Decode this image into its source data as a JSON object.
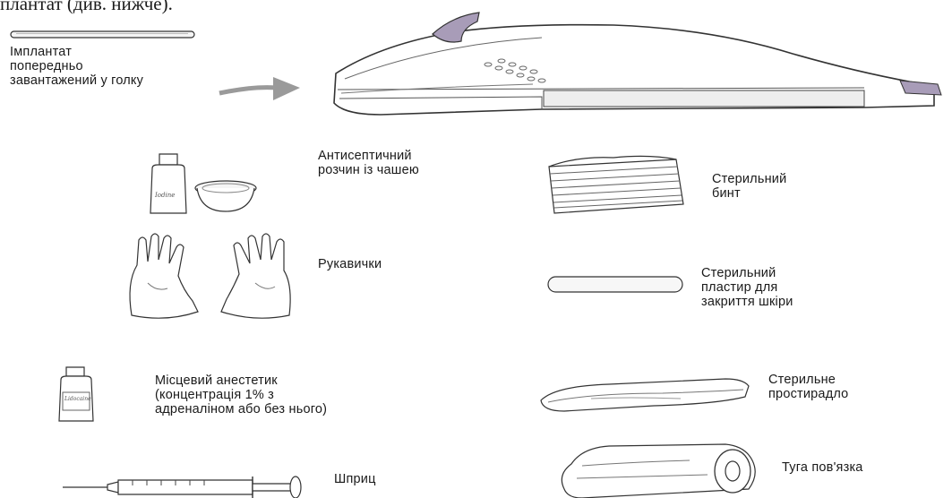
{
  "header_fragment": "плантат (див. нижче).",
  "labels": {
    "implant": "Імплантат\nпопередньо\nзавантажений у голку",
    "antiseptic": "Антисептичний\nрозчин із чашею",
    "gloves": "Рукавички",
    "anesthetic": "Місцевий анестетик\n(концентрація 1% з\nадреналіном або без нього)",
    "syringe": "Шприц",
    "gauze": "Стерильний\nбинт",
    "strip": "Стерильний\nпластир для\nзакриття шкіри",
    "drape": "Стерильне\nпростирадло",
    "bandage": "Туга пов'язка"
  },
  "bottle_labels": {
    "antiseptic_bottle": "Iodine",
    "anesthetic_bottle": "Lidocaine"
  },
  "colors": {
    "applicator_accent": "#a89cb8",
    "arrow": "#9a9a9a",
    "line": "#3a3a3a"
  }
}
